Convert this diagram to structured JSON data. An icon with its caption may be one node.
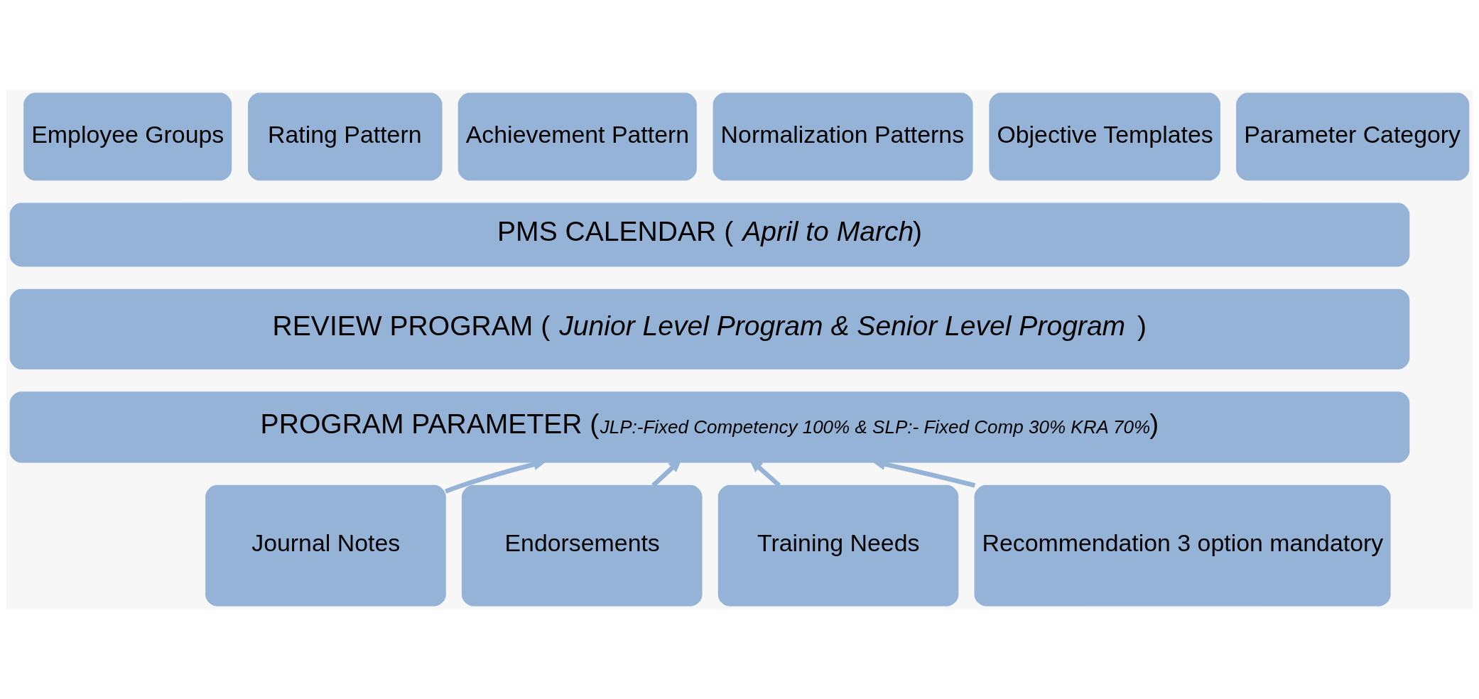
{
  "diagram": {
    "nodes": [
      {
        "text": [
          "Employee Groups"
        ]
      },
      {
        "text": [
          "Rating Pattern"
        ]
      },
      {
        "text": [
          "Achievement Pattern"
        ]
      },
      {
        "text": [
          "Normalization Patterns"
        ]
      },
      {
        "text": [
          "Objective Templates"
        ]
      },
      {
        "text": [
          "Parameter Category"
        ]
      },
      {
        "text": [
          "PMS CALENDAR ( *April to March*)"
        ]
      },
      {
        "text": [
          "REVIEW PROGRAM ( *Junior Level Program & Senior Level Program* )"
        ]
      },
      {
        "text": [
          "PROGRAM PARAMETER (*JLP:-Fixed Competency 100% & SLP:- Fixed Comp 30% KRA 70%*)"
        ]
      },
      {
        "text": [
          "Journal Notes"
        ]
      },
      {
        "text": [
          "Endorsements"
        ]
      },
      {
        "text": [
          "Training Needs"
        ]
      },
      {
        "text": [
          "Recommendation 3 option mandatory"
        ]
      }
    ],
    "edges": [
      {
        "from": 9,
        "to": 8,
        "arrow": "to"
      },
      {
        "from": 10,
        "to": 8,
        "arrow": "to"
      },
      {
        "from": 11,
        "to": 8,
        "arrow": "to"
      },
      {
        "from": 12,
        "to": 8,
        "arrow": "to"
      }
    ]
  }
}
